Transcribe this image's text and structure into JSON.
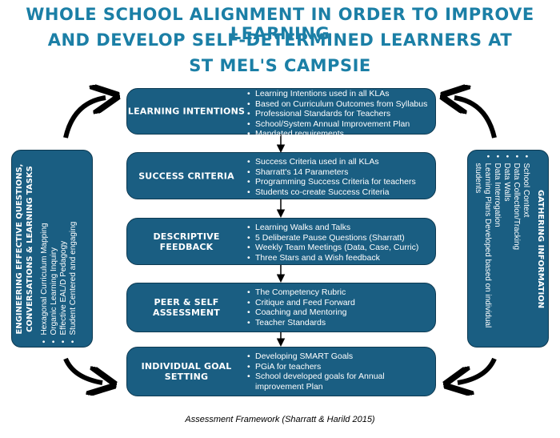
{
  "title": {
    "line1": "WHOLE SCHOOL ALIGNMENT IN ORDER TO IMPROVE LEARNING",
    "line2": "AND DEVELOP SELF-DETERMINED LEARNERS AT",
    "line3": "ST MEL'S CAMPSIE"
  },
  "boxes": [
    {
      "label": "LEARNING INTENTIONS",
      "items": [
        "Learning Intentions used in all KLAs",
        "Based on Curriculum Outcomes from Syllabus",
        "Professional Standards for Teachers",
        "School/System Annual Improvement Plan",
        "Mandated requirements"
      ]
    },
    {
      "label": "SUCCESS CRITERIA",
      "items": [
        "Success Criteria used in all KLAs",
        "Sharratt's 14 Parameters",
        "Programming Success Criteria for teachers",
        "Students co-create Success Criteria"
      ]
    },
    {
      "label": "DESCRIPTIVE FEEDBACK",
      "items": [
        "Learning Walks and Talks",
        "5 Deliberate Pause Questions (Sharratt)",
        "Weekly Team Meetings (Data, Case, Curric)",
        "Three Stars and a Wish feedback"
      ]
    },
    {
      "label": "PEER & SELF ASSESSMENT",
      "items": [
        "The Competency Rubric",
        "Critique and Feed Forward",
        "Coaching and Mentoring",
        "Teacher Standards"
      ]
    },
    {
      "label": "INDIVIDUAL GOAL SETTING",
      "items": [
        "Developing SMART Goals",
        "PGiA for teachers",
        "School developed goals for Annual improvement Plan"
      ]
    }
  ],
  "left_panel": {
    "title_line1": "ENGINEERING EFFECTIVE QUESTIONS,",
    "title_line2": "CONVERSATIONS & LEARNING TASKS",
    "items": [
      "Hexagonal Curriculum Mapping",
      "Organic Learning Inquiry",
      "Effective EAL/D Pedagogy",
      "Student Centered and engaging"
    ]
  },
  "right_panel": {
    "title": "GATHERING INFORMATION",
    "items": [
      "School Context",
      "Data Collection/Tracking",
      "Data Walls",
      "Data Interrogation",
      "Learning Plans Developed based on individual students"
    ]
  },
  "caption": "Assessment Framework (Sharratt & Harild 2015)",
  "colors": {
    "title": "#1b7fa6",
    "box": "#1a5e82",
    "border": "#0d3a52",
    "arrow": "#000000"
  }
}
